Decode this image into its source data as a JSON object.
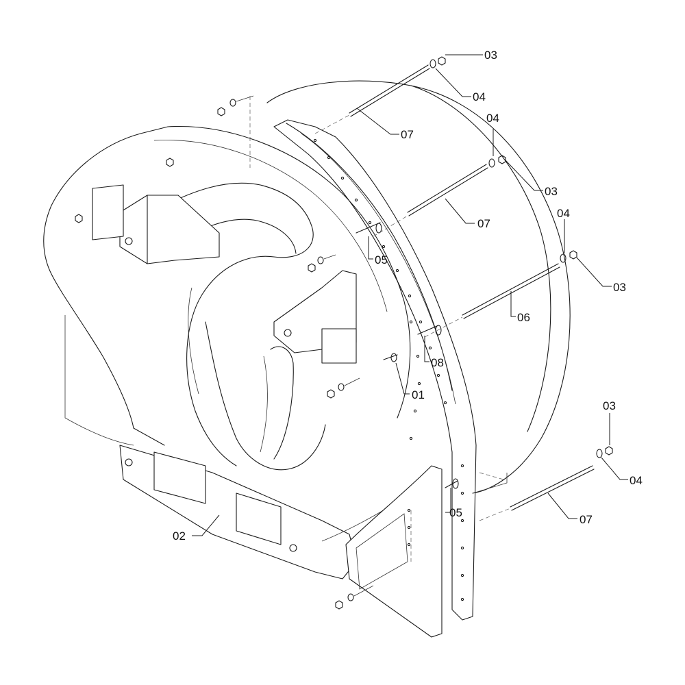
{
  "callouts": [
    {
      "id": "c-03-a",
      "text": "03"
    },
    {
      "id": "c-04-a",
      "text": "04"
    },
    {
      "id": "c-07-a",
      "text": "07"
    },
    {
      "id": "c-04-b",
      "text": "04"
    },
    {
      "id": "c-03-b",
      "text": "03"
    },
    {
      "id": "c-07-b",
      "text": "07"
    },
    {
      "id": "c-04-c",
      "text": "04"
    },
    {
      "id": "c-03-c",
      "text": "03"
    },
    {
      "id": "c-05-a",
      "text": "05"
    },
    {
      "id": "c-06",
      "text": "06"
    },
    {
      "id": "c-08",
      "text": "08"
    },
    {
      "id": "c-01",
      "text": "01"
    },
    {
      "id": "c-03-d",
      "text": "03"
    },
    {
      "id": "c-04-d",
      "text": "04"
    },
    {
      "id": "c-05-b",
      "text": "05"
    },
    {
      "id": "c-07-c",
      "text": "07"
    },
    {
      "id": "c-02",
      "text": "02"
    }
  ]
}
